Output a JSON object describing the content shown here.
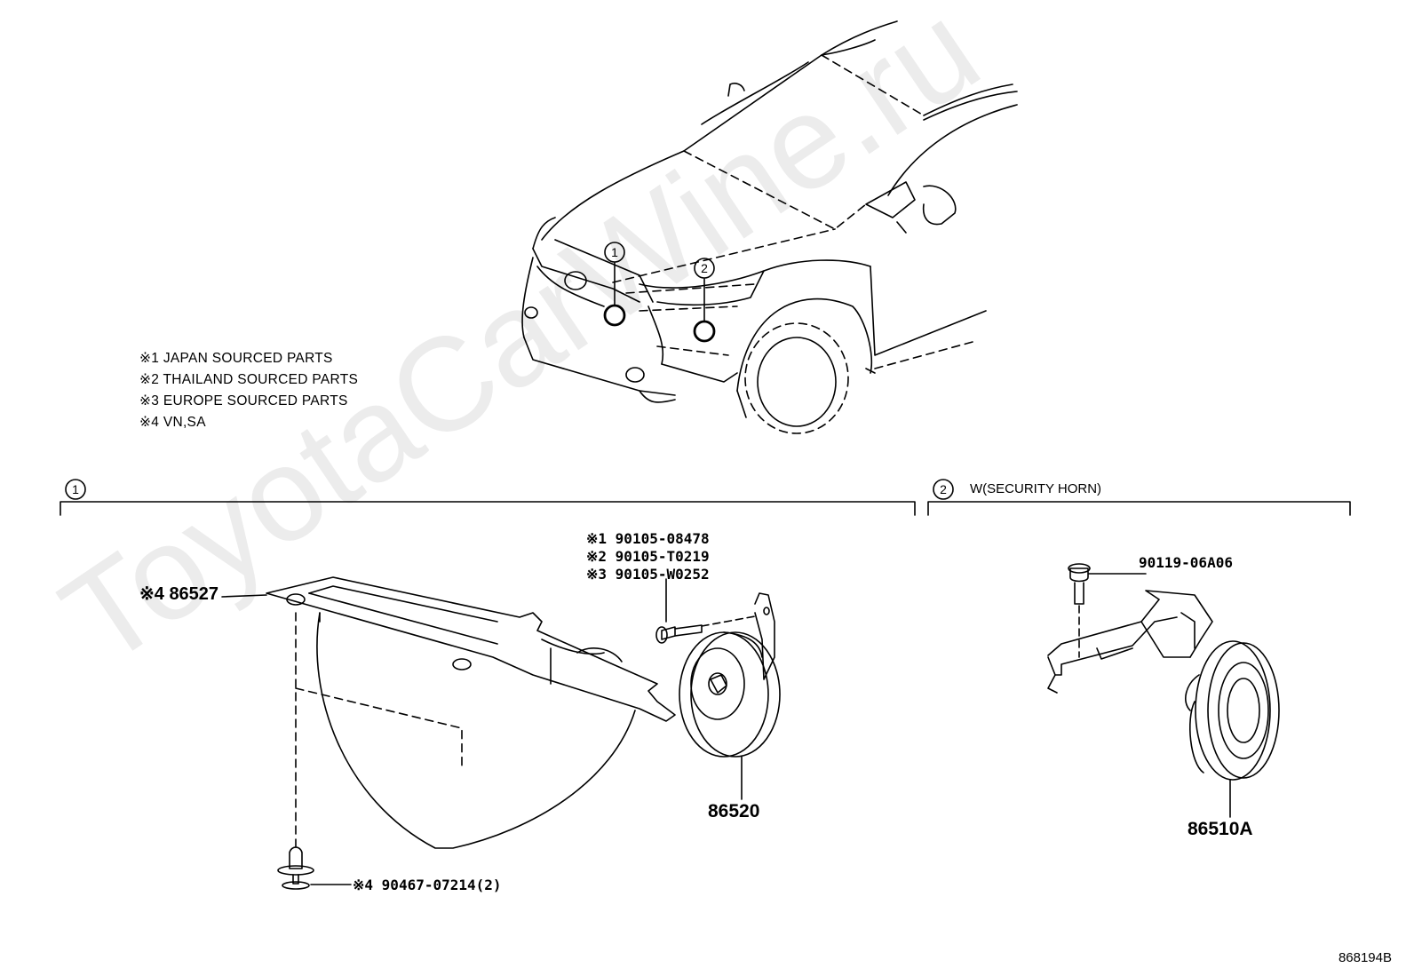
{
  "watermark": "ToyotaCarWine.ru",
  "notes": [
    "※1 JAPAN SOURCED PARTS",
    "※2 THAILAND SOURCED PARTS",
    "※3 EUROPE SOURCED PARTS",
    "※4 VN,SA"
  ],
  "callouts": {
    "c1": "1",
    "c2": "2"
  },
  "sections": {
    "s1_label": "1",
    "s2_label": "2",
    "s2_title": "W(SECURITY HORN)"
  },
  "parts": {
    "p86527": "※4 86527",
    "bolt_1": "※1 90105-08478",
    "bolt_2": "※2 90105-T0219",
    "bolt_3": "※3 90105-W0252",
    "horn_low": "86520",
    "clip": "※4 90467-07214(2)",
    "bolt_sec": "90119-06A06",
    "horn_sec": "86510A"
  },
  "reference_code": "868194B",
  "colors": {
    "line": "#000000",
    "watermark": "#ececec"
  }
}
